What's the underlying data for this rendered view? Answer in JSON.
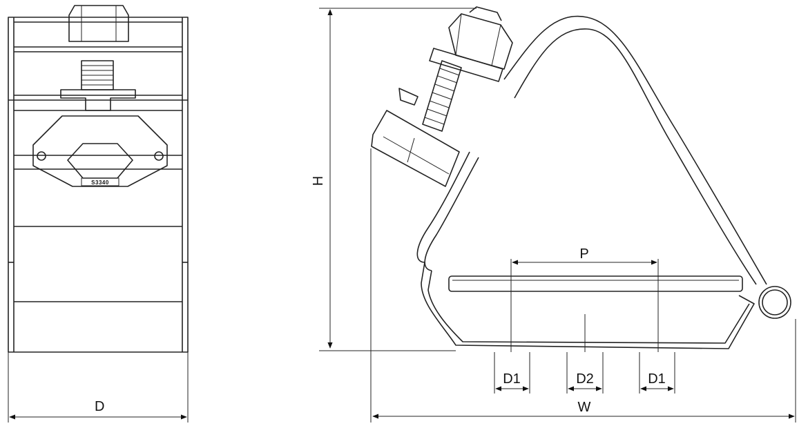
{
  "drawing": {
    "front_view": {
      "width_label": "D",
      "nut_marking": "S3340"
    },
    "side_view": {
      "height_label": "H",
      "width_label": "W",
      "pitch_label": "P",
      "conductor_labels": [
        "D1",
        "D2",
        "D1"
      ]
    }
  }
}
